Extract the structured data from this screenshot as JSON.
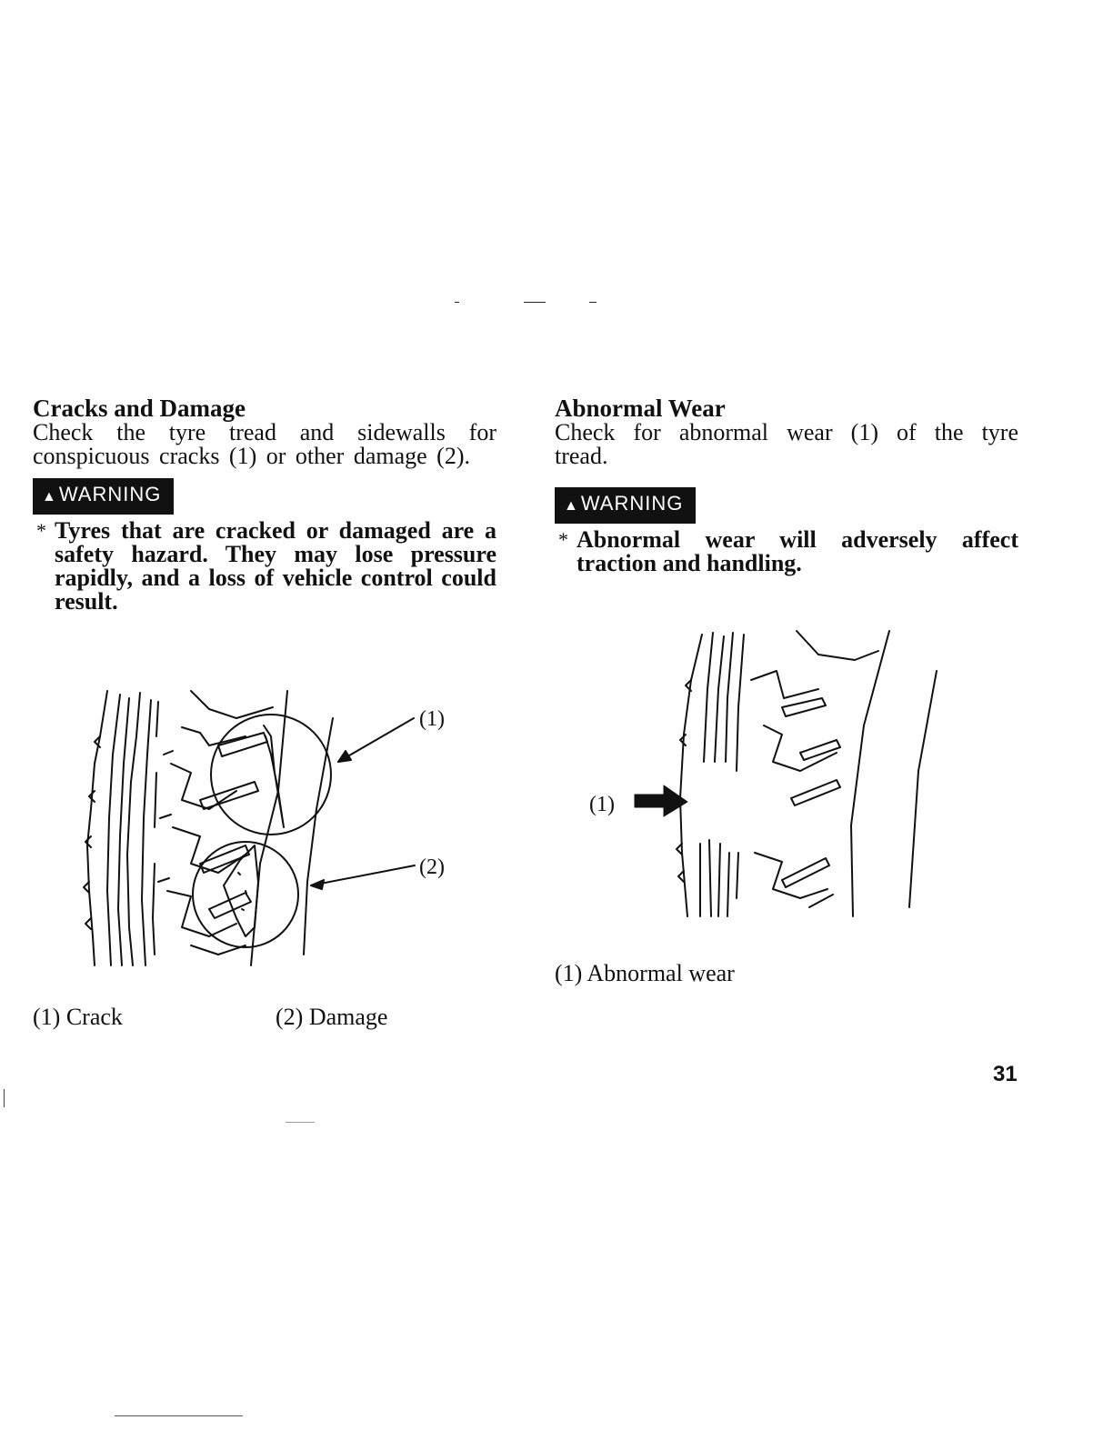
{
  "left": {
    "heading": "Cracks and Damage",
    "body": "Check the tyre tread and sidewalls for conspicuous cracks (1) or other damage (2).",
    "warning_label": "WARNING",
    "warning_text": "Tyres that are cracked or damaged are a safety hazard. They may lose pressure rapidly, and a loss of vehicle control could result.",
    "callouts": [
      "(1)",
      "(2)"
    ],
    "captions": [
      "(1) Crack",
      "(2) Damage"
    ]
  },
  "right": {
    "heading": "Abnormal Wear",
    "body": "Check for abnormal wear (1) of the tyre tread.",
    "warning_label": "WARNING",
    "warning_text": "Abnormal wear will adversely affect traction and handling.",
    "callouts": [
      "(1)"
    ],
    "captions": [
      "(1) Abnormal wear"
    ]
  },
  "warning_icon": "warning-triangle-icon",
  "bullet_symbol": "*",
  "page_number": "31"
}
